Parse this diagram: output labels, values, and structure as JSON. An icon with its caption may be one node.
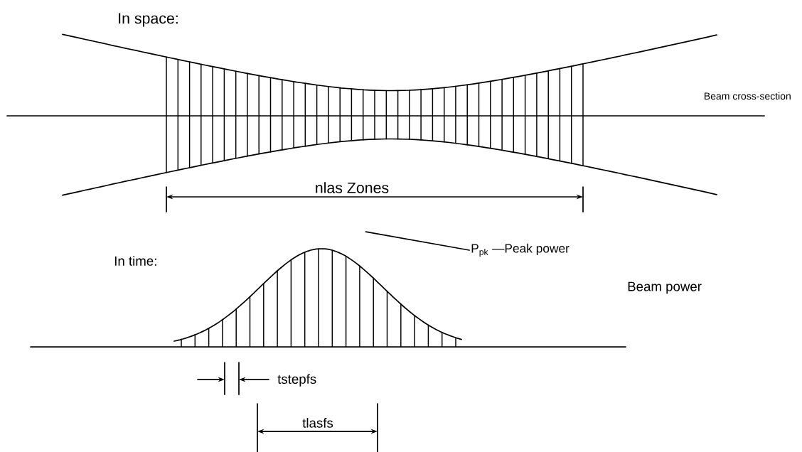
{
  "diagram": {
    "nodes": [
      {
        "text": [
          "P$_{pk}$ —Peak power"
        ]
      },
      {
        "text": [],
        "shape": "picture"
      }
    ],
    "edges": [
      {
        "from": 0,
        "to": 1,
        "arrow": "none"
      }
    ],
    "labels": [
      "In space:",
      "Beam cross-section",
      "nlas Zones",
      "In time:",
      "Beam power",
      "tstepfs",
      "tlasfs"
    ]
  }
}
